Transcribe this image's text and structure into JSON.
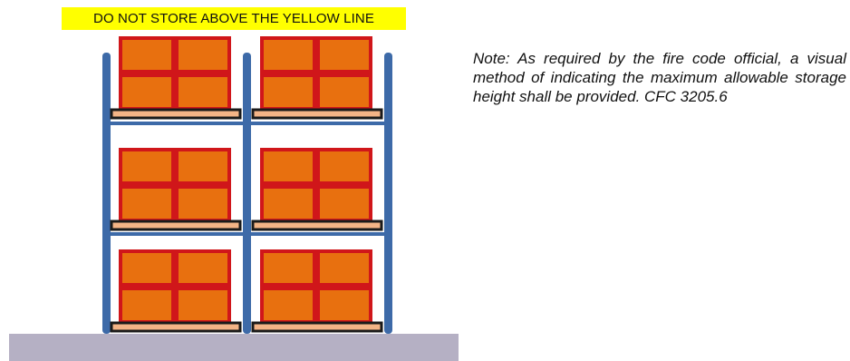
{
  "banner": {
    "text": "DO NOT STORE ABOVE THE YELLOW LINE",
    "color": "#ffff00"
  },
  "note": {
    "text": "Note: As required by the fire code official, a visual method of indicating the maximum allowable storage height shall be provided. CFC 3205.6"
  },
  "rack": {
    "levels": 3,
    "bays": 2,
    "frame_color": "#3d6aa8",
    "box_color": "#e8700f",
    "box_border_color": "#d0161a",
    "pallet_color": "#f4b486",
    "floor_color": "#b5b0c4"
  }
}
